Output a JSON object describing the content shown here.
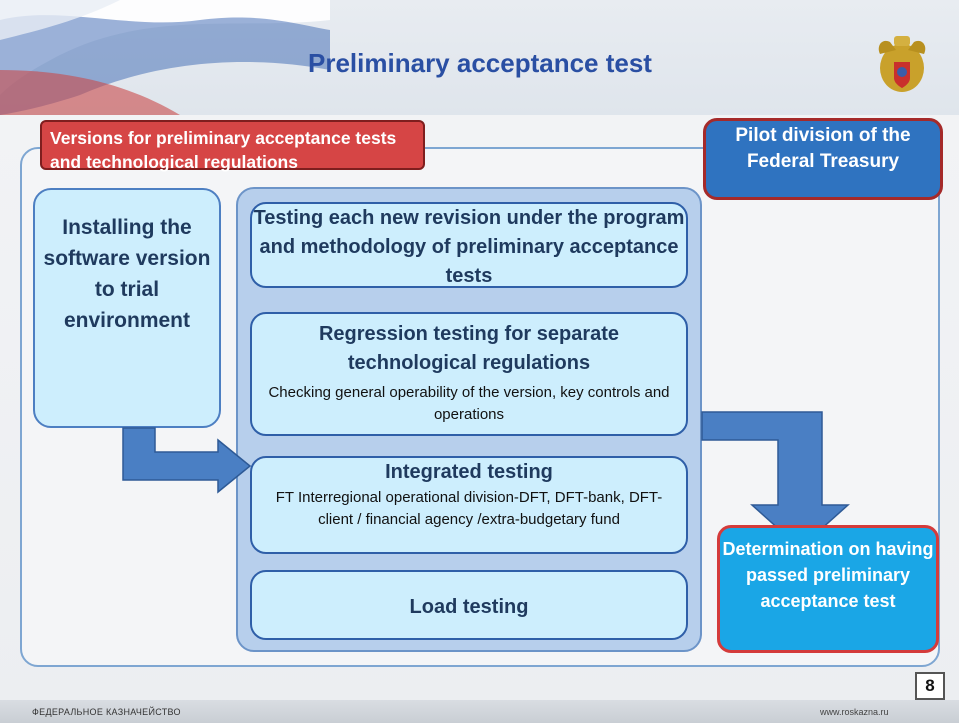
{
  "header": {
    "title": "Preliminary acceptance test"
  },
  "labels": {
    "versions": "Versions for preliminary acceptance tests and technological regulations",
    "pilot": "Pilot division of the Federal Treasury"
  },
  "install_box": {
    "text": "Installing the software version to trial environment"
  },
  "testing_steps": [
    {
      "heading": "Testing each new revision under the program and methodology of preliminary acceptance tests",
      "detail": ""
    },
    {
      "heading": "Regression testing for separate technological regulations",
      "detail": "Checking general operability of the version, key controls and operations"
    },
    {
      "heading": "Integrated testing",
      "detail": "FT Interregional operational division-DFT, DFT-bank, DFT-client / financial agency /extra-budgetary fund"
    },
    {
      "heading": "Load testing",
      "detail": ""
    }
  ],
  "determination": {
    "text": "Determination on having passed preliminary acceptance test"
  },
  "footer": {
    "page_number": "8",
    "org": "ФЕДЕРАЛЬНОЕ КАЗНАЧЕЙСТВО",
    "url": "www.roskazna.ru"
  },
  "colors": {
    "title": "#2a4fa3",
    "red_label": "#d64545",
    "blue_label": "#2f73c0",
    "box_fill": "#cdeefd",
    "determination_fill": "#1aa6e6",
    "arrow": "#4a7fc4"
  }
}
